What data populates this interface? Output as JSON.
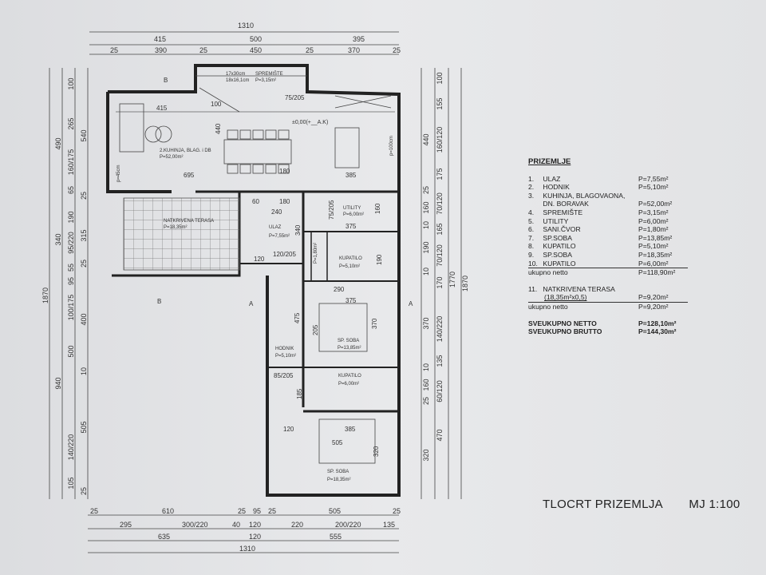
{
  "legend": {
    "title": "PRIZEMLJE",
    "rooms": [
      {
        "no": "1.",
        "name": "ULAZ",
        "area": "P=7,55m²"
      },
      {
        "no": "2.",
        "name": "HODNIK",
        "area": "P=5,10m²"
      },
      {
        "no": "3.",
        "name": "KUHINJA, BLAGOVAONA,",
        "area": ""
      },
      {
        "no": "",
        "name": "DN. BORAVAK",
        "area": "P=52,00m²"
      },
      {
        "no": "4.",
        "name": "SPREMIŠTE",
        "area": "P=3,15m²"
      },
      {
        "no": "5.",
        "name": "UTILITY",
        "area": "P=6,00m²"
      },
      {
        "no": "6.",
        "name": "SANI.ČVOR",
        "area": "P=1,80m²"
      },
      {
        "no": "7.",
        "name": "SP.SOBA",
        "area": "P=13,85m²"
      },
      {
        "no": "8.",
        "name": "KUPATILO",
        "area": "P=5,10m²"
      },
      {
        "no": "9.",
        "name": "SP.SOBA",
        "area": "P=18,35m²"
      },
      {
        "no": "10.",
        "name": "KUPATILO",
        "area": "P=6,00m²"
      }
    ],
    "subtotal1_label": "ukupno netto",
    "subtotal1_value": "P=118,90m²",
    "terrace_no": "11.",
    "terrace_name": "NATKRIVENA TERASA",
    "terrace_calc": "(18,35m²x0,5)",
    "terrace_area": "P=9,20m²",
    "subtotal2_label": "ukupno netto",
    "subtotal2_value": "P=9,20m²",
    "total_netto_label": "SVEUKUPNO NETTO",
    "total_netto_value": "P=128,10m²",
    "total_brutto_label": "SVEUKUPNO BRUTTO",
    "total_brutto_value": "P=144,30m²"
  },
  "footer": {
    "title": "TLOCRT PRIZEMLJA",
    "scale": "MJ 1:100"
  },
  "plan": {
    "rooms": {
      "kitchen_name": "2.KUHINJA, BLAG. i DB",
      "kitchen_area": "P=52,00m²",
      "storage_name": "SPREMIŠTE",
      "storage_area": "P=3,15m²",
      "stairs_1": "17x30cm",
      "stairs_2": "18x16,1cm",
      "terrace_name": "NATKRIVENA TERASA",
      "terrace_area": "P=18,35m²",
      "entry_name": "ULAZ",
      "entry_area": "P=7,55m²",
      "utility_name": "UTILITY",
      "utility_area": "P=6,00m²",
      "bath1_name": "KUPATILO",
      "bath1_area": "P=5,10m²",
      "wc_area": "P=1,80m²",
      "bed1_name": "SP. SOBA",
      "bed1_area": "P=13,85m²",
      "hall_name": "HODNIK",
      "hall_area": "P=5,10m²",
      "bath2_name": "KUPATILO",
      "bath2_area": "P=6,00m²",
      "bed2_name": "SP. SOBA",
      "bed2_area": "P=18,35m²",
      "level": "±0,00(+__A.K)",
      "section_a": "A",
      "section_b": "B"
    },
    "inner_dims": [
      "415",
      "100",
      "75/205",
      "695",
      "180",
      "385",
      "440",
      "60",
      "180",
      "240",
      "340",
      "120",
      "120/205",
      "375",
      "75/205",
      "160",
      "190",
      "475",
      "205",
      "370",
      "375",
      "290",
      "85/205",
      "185",
      "120",
      "505",
      "385",
      "320",
      "p=100cm",
      "p=45cm"
    ],
    "top_dims": [
      "1310",
      "415",
      "500",
      "395",
      "25",
      "390",
      "25",
      "450",
      "25",
      "370",
      "25"
    ],
    "bottom_dims": [
      "25",
      "610",
      "25",
      "95",
      "25",
      "505",
      "25",
      "295",
      "300/220",
      "40",
      "120",
      "220",
      "200/220",
      "135",
      "635",
      "120",
      "555",
      "1310"
    ],
    "left_dims": [
      "1870",
      "490",
      "340",
      "940",
      "100",
      "265",
      "160/175",
      "65",
      "190",
      "95/220",
      "55",
      "95",
      "100/175",
      "500",
      "140/220",
      "105",
      "540",
      "25",
      "315",
      "25",
      "400",
      "10",
      "505",
      "25"
    ],
    "right_dims": [
      "440",
      "25",
      "160",
      "10",
      "190",
      "10",
      "370",
      "10",
      "160",
      "25",
      "320",
      "100",
      "155",
      "160/120",
      "175",
      "70/120",
      "165",
      "70/120",
      "170",
      "140/220",
      "135",
      "60/120",
      "470",
      "1770",
      "1870"
    ]
  }
}
